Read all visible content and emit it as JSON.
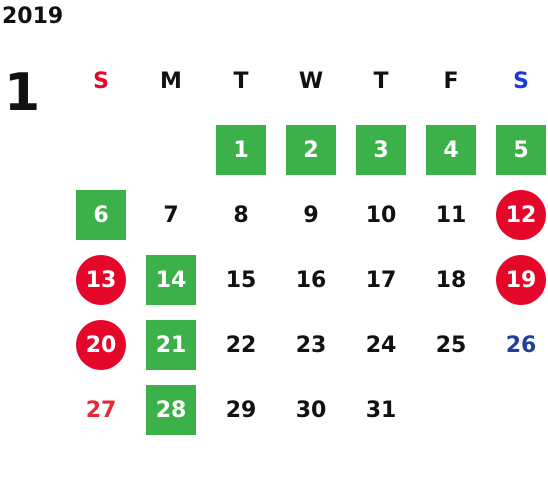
{
  "calendar": {
    "year": "2019",
    "month": "1",
    "weekday_headers": [
      "S",
      "M",
      "T",
      "W",
      "T",
      "F",
      "S"
    ],
    "weeks": [
      [
        null,
        null,
        {
          "day": "1",
          "style": "box"
        },
        {
          "day": "2",
          "style": "box"
        },
        {
          "day": "3",
          "style": "box"
        },
        {
          "day": "4",
          "style": "box"
        },
        {
          "day": "5",
          "style": "box"
        }
      ],
      [
        {
          "day": "6",
          "style": "box"
        },
        {
          "day": "7",
          "style": "plain"
        },
        {
          "day": "8",
          "style": "plain"
        },
        {
          "day": "9",
          "style": "plain"
        },
        {
          "day": "10",
          "style": "plain"
        },
        {
          "day": "11",
          "style": "plain"
        },
        {
          "day": "12",
          "style": "circle"
        }
      ],
      [
        {
          "day": "13",
          "style": "circle"
        },
        {
          "day": "14",
          "style": "box"
        },
        {
          "day": "15",
          "style": "plain"
        },
        {
          "day": "16",
          "style": "plain"
        },
        {
          "day": "17",
          "style": "plain"
        },
        {
          "day": "18",
          "style": "plain"
        },
        {
          "day": "19",
          "style": "circle"
        }
      ],
      [
        {
          "day": "20",
          "style": "circle"
        },
        {
          "day": "21",
          "style": "box"
        },
        {
          "day": "22",
          "style": "plain"
        },
        {
          "day": "23",
          "style": "plain"
        },
        {
          "day": "24",
          "style": "plain"
        },
        {
          "day": "25",
          "style": "plain"
        },
        {
          "day": "26",
          "style": "blue-text"
        }
      ],
      [
        {
          "day": "27",
          "style": "red-text"
        },
        {
          "day": "28",
          "style": "box"
        },
        {
          "day": "29",
          "style": "plain"
        },
        {
          "day": "30",
          "style": "plain"
        },
        {
          "day": "31",
          "style": "plain"
        },
        null,
        null
      ]
    ],
    "colors": {
      "box": "#3cb14a",
      "circle": "#e5072a",
      "sunday_text": "#e5283a",
      "saturday_text": "#1f3f98",
      "sunday_header": "#e5072a",
      "saturday_header": "#1a3ad8",
      "default_text": "#111111"
    }
  }
}
